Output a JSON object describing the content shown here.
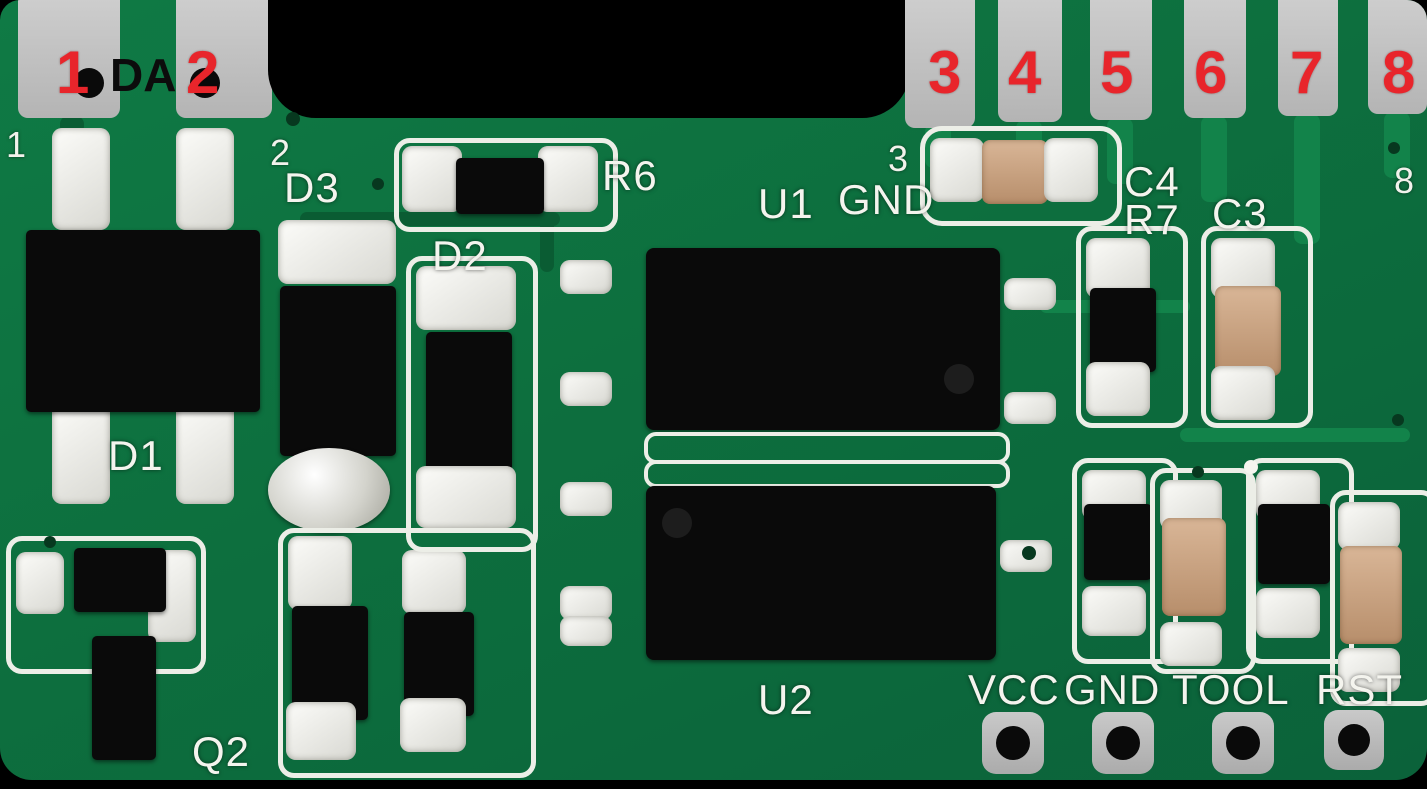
{
  "pin_numbers": {
    "p1": "1",
    "p2": "2",
    "p3": "3",
    "p4": "4",
    "p5": "5",
    "p6": "6",
    "p7": "7",
    "p8": "8"
  },
  "pad_numbers": {
    "n1": "1",
    "n2": "2",
    "n3": "3",
    "n8": "8"
  },
  "silkscreen": {
    "da": "DA",
    "d1": "D1",
    "d2": "D2",
    "d3": "D3",
    "q2": "Q2",
    "r6": "R6",
    "r7": "R7",
    "c3": "C3",
    "c4": "C4",
    "u1": "U1",
    "u1_gnd": "GND",
    "u2": "U2"
  },
  "header_labels": {
    "vcc": "VCC",
    "gnd": "GND",
    "tool": "TOOL",
    "rst": "RST"
  },
  "colors": {
    "board_green": "#0d6f3e",
    "pad_gray": "#c2c2c2",
    "annotation_red": "#e8252b",
    "silkscreen_white": "#f2f2ec",
    "component_black": "#0a0a0a",
    "capacitor_tan": "#c09a76"
  }
}
